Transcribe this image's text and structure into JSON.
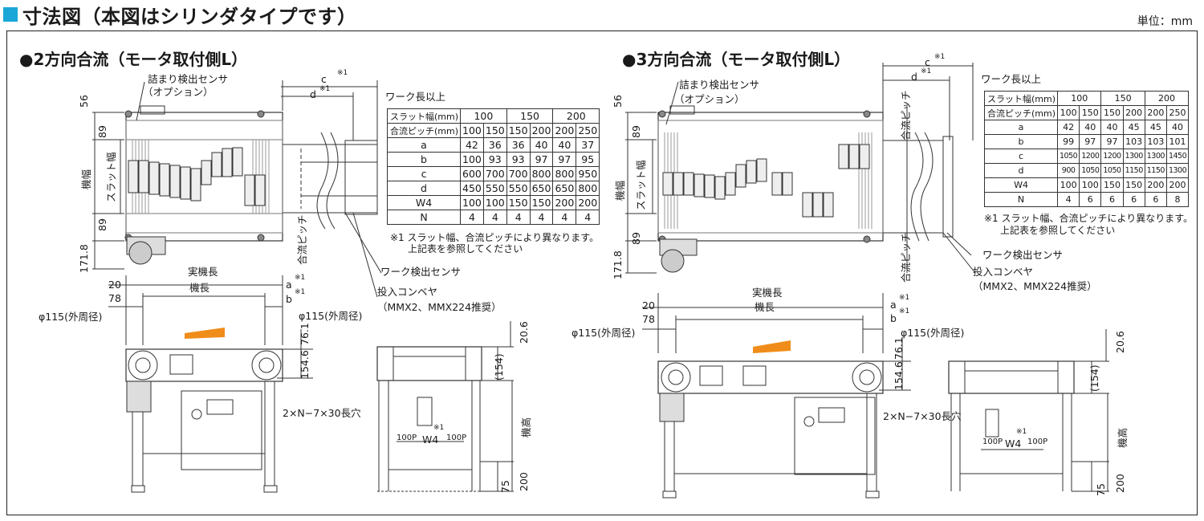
{
  "header": {
    "title": "寸法図（本図はシリンダタイプです）",
    "unit": "単位：mm"
  },
  "sections": [
    {
      "title": "●2方向合流（モータ取付側L）",
      "labels": {
        "jam_sensor": "詰まり検出センサ",
        "option": "（オプション）",
        "c": "c",
        "d": "d",
        "star": "※1",
        "work_length": "ワーク長以上",
        "dim_56": "56",
        "dim_89a": "89",
        "dim_89b": "89",
        "dim_171": "171.8",
        "machine_width": "機幅",
        "slat_width": "スラット幅",
        "merge_pitch": "合流ピッチ",
        "work_sensor": "ワーク検出センサ",
        "input_conveyor": "投入コンベヤ",
        "input_note": "（MMX2、MMX224推奨）",
        "actual_length": "実機長",
        "machine_length": "機長",
        "dim_20": "20",
        "dim_78": "78",
        "a": "a",
        "b": "b",
        "phi_left": "φ115(外周径)",
        "phi_right": "φ115(外周径)",
        "dim_761": "76.1",
        "dim_1546": "154.6",
        "dim_206": "20.6",
        "dim_154p": "(154)",
        "slot": "2×N−7×30長穴",
        "w4": "W4",
        "p100a": "100P",
        "p100b": "100P",
        "dim_75": "75",
        "dim_200": "200",
        "machine_height": "機高"
      },
      "table": {
        "rows": [
          {
            "h": "スラット幅(mm)",
            "v": [
              "100",
              "150",
              "200"
            ]
          },
          {
            "h": "合流ピッチ(mm)",
            "v": [
              "100",
              "150",
              "150",
              "200",
              "200",
              "250"
            ]
          },
          {
            "h": "a",
            "v": [
              "42",
              "36",
              "36",
              "40",
              "40",
              "37"
            ]
          },
          {
            "h": "b",
            "v": [
              "100",
              "93",
              "93",
              "97",
              "97",
              "95"
            ]
          },
          {
            "h": "c",
            "v": [
              "600",
              "700",
              "700",
              "800",
              "800",
              "950"
            ]
          },
          {
            "h": "d",
            "v": [
              "450",
              "550",
              "550",
              "650",
              "650",
              "800"
            ]
          },
          {
            "h": "W4",
            "v": [
              "100",
              "100",
              "150",
              "150",
              "200",
              "200"
            ]
          },
          {
            "h": "N",
            "v": [
              "4",
              "4",
              "4",
              "4",
              "4",
              "4"
            ]
          }
        ],
        "note1": "※1 スラット幅、合流ピッチにより異なります。",
        "note2": "上記表を参照してください"
      }
    },
    {
      "title": "●3方向合流（モータ取付側L）",
      "labels": {
        "jam_sensor": "詰まり検出センサ",
        "option": "（オプション）",
        "c": "c",
        "d": "d",
        "star": "※1",
        "work_length": "ワーク長以上",
        "dim_56": "56",
        "dim_89a": "89",
        "dim_89b": "89",
        "dim_171": "171.8",
        "machine_width": "機幅",
        "slat_width": "スラット幅",
        "merge_pitch": "合流ピッチ",
        "work_sensor": "ワーク検出センサ",
        "input_conveyor": "投入コンベヤ",
        "input_note": "（MMX2、MMX224推奨）",
        "actual_length": "実機長",
        "machine_length": "機長",
        "dim_20": "20",
        "dim_78": "78",
        "a": "a",
        "b": "b",
        "phi_left": "φ115(外周径)",
        "phi_right": "φ115(外周径)",
        "dim_761": "76.1",
        "dim_1546": "154.6",
        "dim_206": "20.6",
        "dim_154p": "(154)",
        "slot": "2×N−7×30長穴",
        "w4": "W4",
        "p100a": "100P",
        "p100b": "100P",
        "dim_75": "75",
        "dim_200": "200",
        "machine_height": "機高"
      },
      "table": {
        "rows": [
          {
            "h": "スラット幅(mm)",
            "v": [
              "100",
              "150",
              "200"
            ]
          },
          {
            "h": "合流ピッチ(mm)",
            "v": [
              "100",
              "150",
              "150",
              "200",
              "200",
              "250"
            ]
          },
          {
            "h": "a",
            "v": [
              "42",
              "40",
              "40",
              "45",
              "45",
              "40"
            ]
          },
          {
            "h": "b",
            "v": [
              "99",
              "97",
              "97",
              "103",
              "103",
              "101"
            ]
          },
          {
            "h": "c",
            "v": [
              "1050",
              "1200",
              "1200",
              "1300",
              "1300",
              "1450"
            ]
          },
          {
            "h": "d",
            "v": [
              "900",
              "1050",
              "1050",
              "1150",
              "1150",
              "1300"
            ]
          },
          {
            "h": "W4",
            "v": [
              "100",
              "100",
              "150",
              "150",
              "200",
              "200"
            ]
          },
          {
            "h": "N",
            "v": [
              "4",
              "6",
              "6",
              "6",
              "6",
              "8"
            ]
          }
        ],
        "note1": "※1 スラット幅、合流ピッチにより異なります。",
        "note2": "上記表を参照してください"
      }
    }
  ]
}
